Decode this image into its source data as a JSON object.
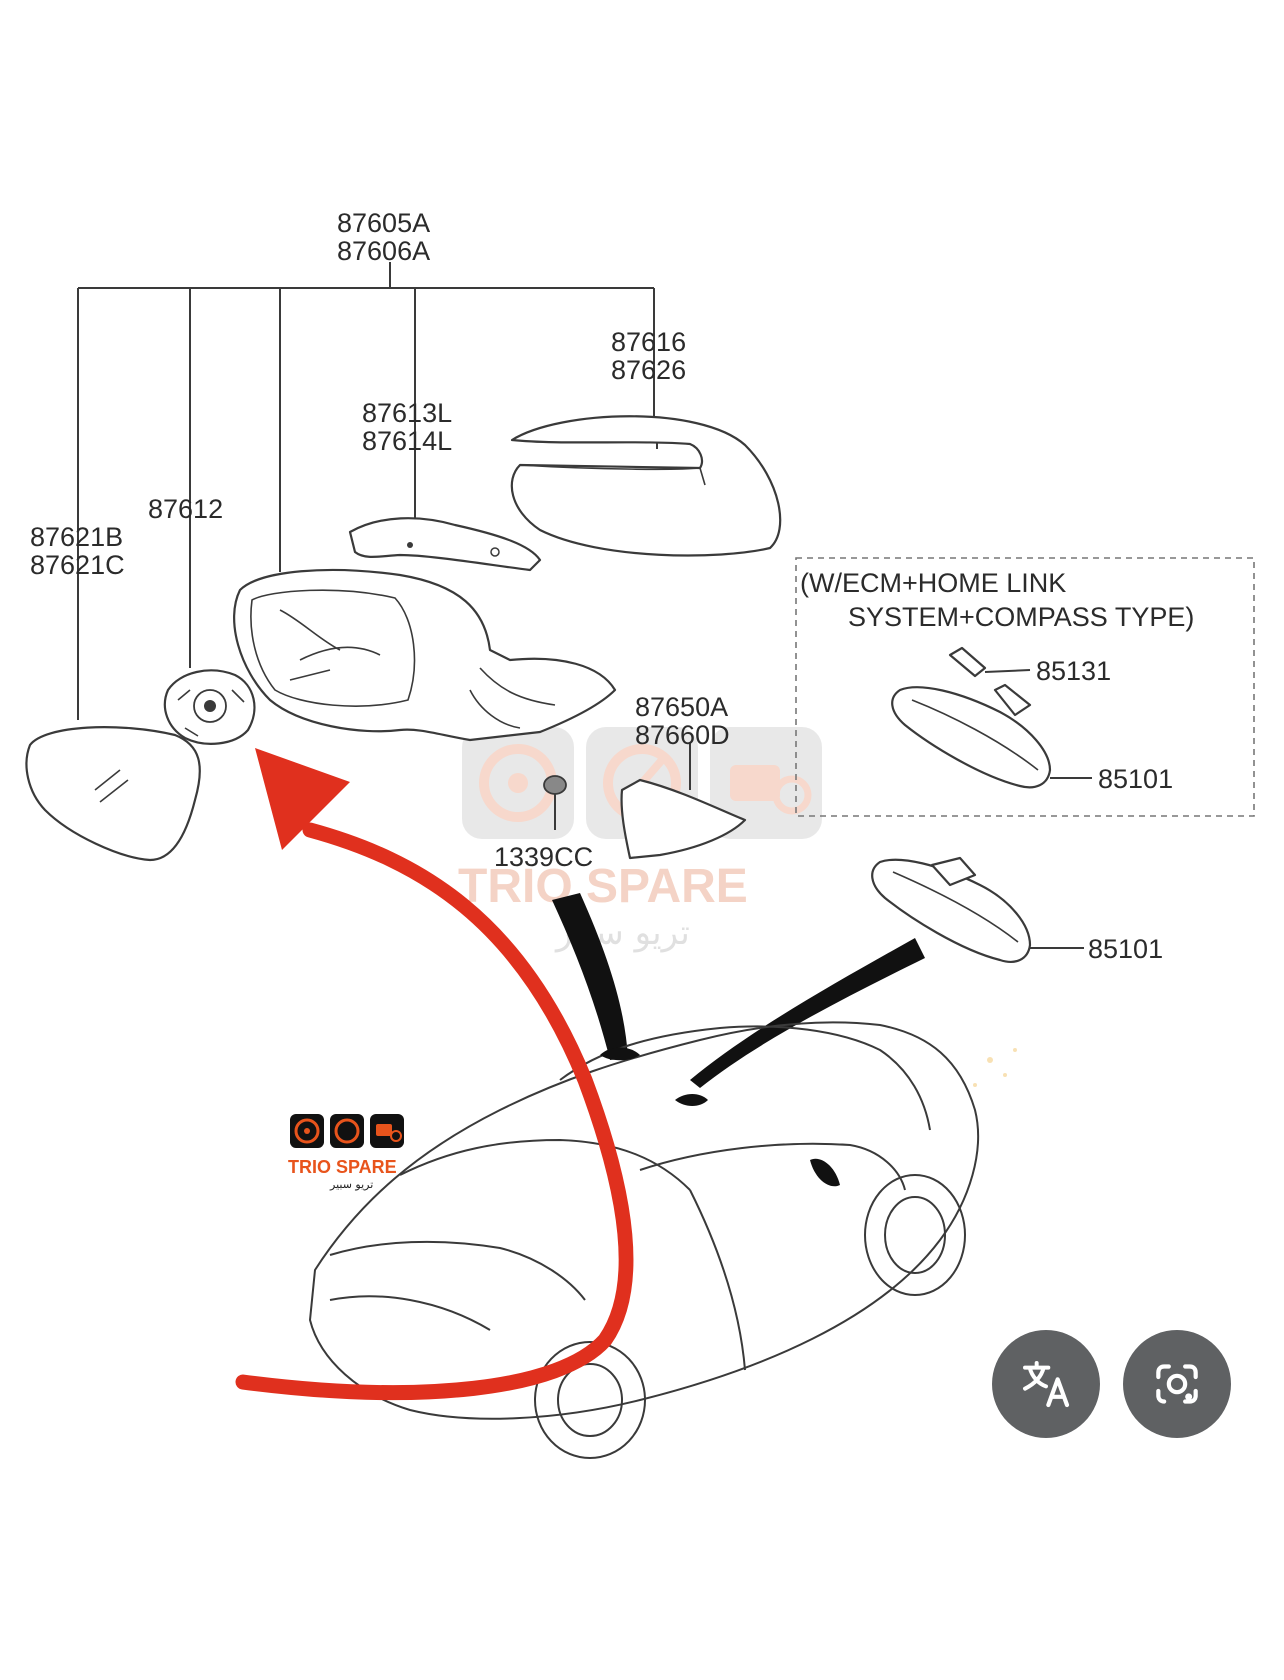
{
  "labels": {
    "p87605A": "87605A",
    "p87606A": "87606A",
    "p87616": "87616",
    "p87626": "87626",
    "p87613L": "87613L",
    "p87614L": "87614L",
    "p87612": "87612",
    "p87621B": "87621B",
    "p87621C": "87621C",
    "p87650A": "87650A",
    "p87660D": "87660D",
    "p1339CC": "1339CC",
    "p85131": "85131",
    "p85101a": "85101",
    "p85101b": "85101"
  },
  "note": {
    "line1": "(W/ECM+HOME LINK",
    "line2": "SYSTEM+COMPASS TYPE)"
  },
  "watermark": {
    "brand": "TRIO SPARE",
    "arabic": "تريو سبير"
  },
  "logo": {
    "brand": "TRIO SPARE",
    "arabic": "تريو سبير"
  },
  "colors": {
    "arrow": "#e0301e",
    "brand": "#e8541c",
    "fab": "#5f6163"
  },
  "icons": {
    "translate": "translate-icon",
    "lens": "google-lens-icon"
  }
}
